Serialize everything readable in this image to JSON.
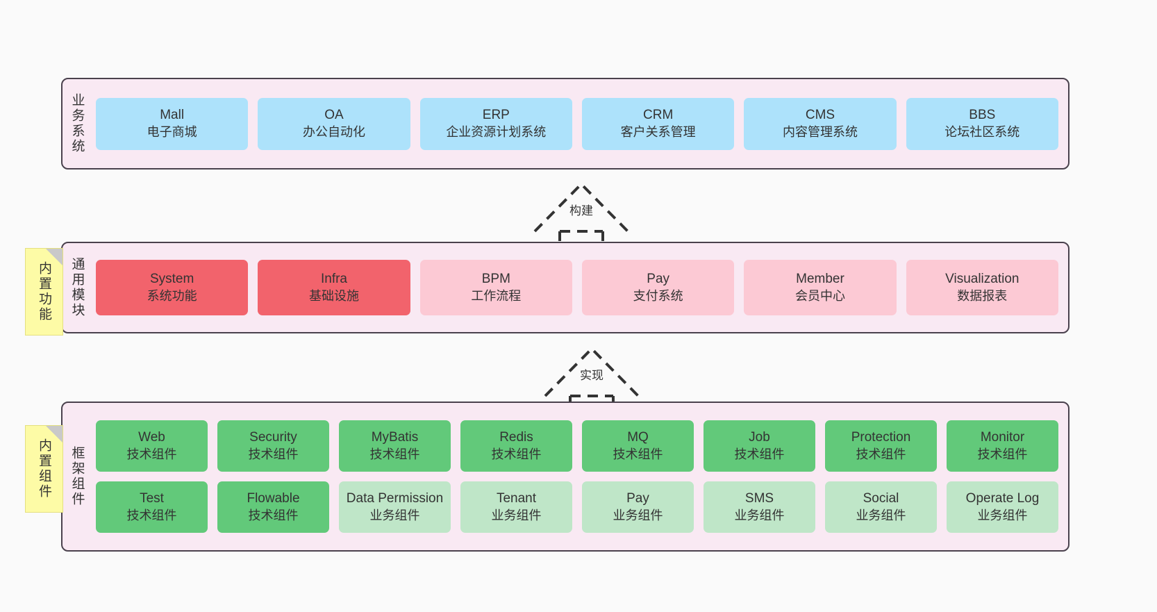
{
  "layers": [
    {
      "key": "business",
      "label": "业务系统",
      "rows": [
        {
          "style": "blue",
          "nodes": [
            {
              "en": "Mall",
              "cn": "电子商城"
            },
            {
              "en": "OA",
              "cn": "办公自动化"
            },
            {
              "en": "ERP",
              "cn": "企业资源计划系统"
            },
            {
              "en": "CRM",
              "cn": "客户关系管理"
            },
            {
              "en": "CMS",
              "cn": "内容管理系统"
            },
            {
              "en": "BBS",
              "cn": "论坛社区系统"
            }
          ]
        }
      ]
    },
    {
      "key": "common",
      "label": "通用模块",
      "rows": [
        {
          "nodes": [
            {
              "en": "System",
              "cn": "系统功能",
              "style": "red-strong"
            },
            {
              "en": "Infra",
              "cn": "基础设施",
              "style": "red-strong"
            },
            {
              "en": "BPM",
              "cn": "工作流程",
              "style": "red-light"
            },
            {
              "en": "Pay",
              "cn": "支付系统",
              "style": "red-light"
            },
            {
              "en": "Member",
              "cn": "会员中心",
              "style": "red-light"
            },
            {
              "en": "Visualization",
              "cn": "数据报表",
              "style": "red-light"
            }
          ]
        }
      ]
    },
    {
      "key": "framework",
      "label": "框架组件",
      "rows": [
        {
          "nodes": [
            {
              "en": "Web",
              "cn": "技术组件",
              "style": "green-strong"
            },
            {
              "en": "Security",
              "cn": "技术组件",
              "style": "green-strong"
            },
            {
              "en": "MyBatis",
              "cn": "技术组件",
              "style": "green-strong"
            },
            {
              "en": "Redis",
              "cn": "技术组件",
              "style": "green-strong"
            },
            {
              "en": "MQ",
              "cn": "技术组件",
              "style": "green-strong"
            },
            {
              "en": "Job",
              "cn": "技术组件",
              "style": "green-strong"
            },
            {
              "en": "Protection",
              "cn": "技术组件",
              "style": "green-strong"
            },
            {
              "en": "Monitor",
              "cn": "技术组件",
              "style": "green-strong"
            }
          ]
        },
        {
          "nodes": [
            {
              "en": "Test",
              "cn": "技术组件",
              "style": "green-strong"
            },
            {
              "en": "Flowable",
              "cn": "技术组件",
              "style": "green-strong"
            },
            {
              "en": "Data Permission",
              "cn": "业务组件",
              "style": "green-light",
              "wrap": true
            },
            {
              "en": "Tenant",
              "cn": "业务组件",
              "style": "green-light"
            },
            {
              "en": "Pay",
              "cn": "业务组件",
              "style": "green-light"
            },
            {
              "en": "SMS",
              "cn": "业务组件",
              "style": "green-light"
            },
            {
              "en": "Social",
              "cn": "业务组件",
              "style": "green-light"
            },
            {
              "en": "Operate Log",
              "cn": "业务组件",
              "style": "green-light"
            }
          ]
        }
      ]
    }
  ],
  "stickies": [
    {
      "key": "built-in-feature",
      "label": "内置功能"
    },
    {
      "key": "built-in-component",
      "label": "内置组件"
    }
  ],
  "arrows": [
    {
      "key": "build",
      "label": "构建"
    },
    {
      "key": "implement",
      "label": "实现"
    }
  ],
  "colors": {
    "background": "#fafafa",
    "layer_fill": "#f9e9f3",
    "layer_border": "#4a414d",
    "blue": "#ade2fb",
    "red_strong": "#f2636c",
    "red_light": "#fcc9d4",
    "green_strong": "#62c97a",
    "green_light": "#bfe6c8",
    "sticky": "#fdfba6",
    "text": "#333333"
  }
}
